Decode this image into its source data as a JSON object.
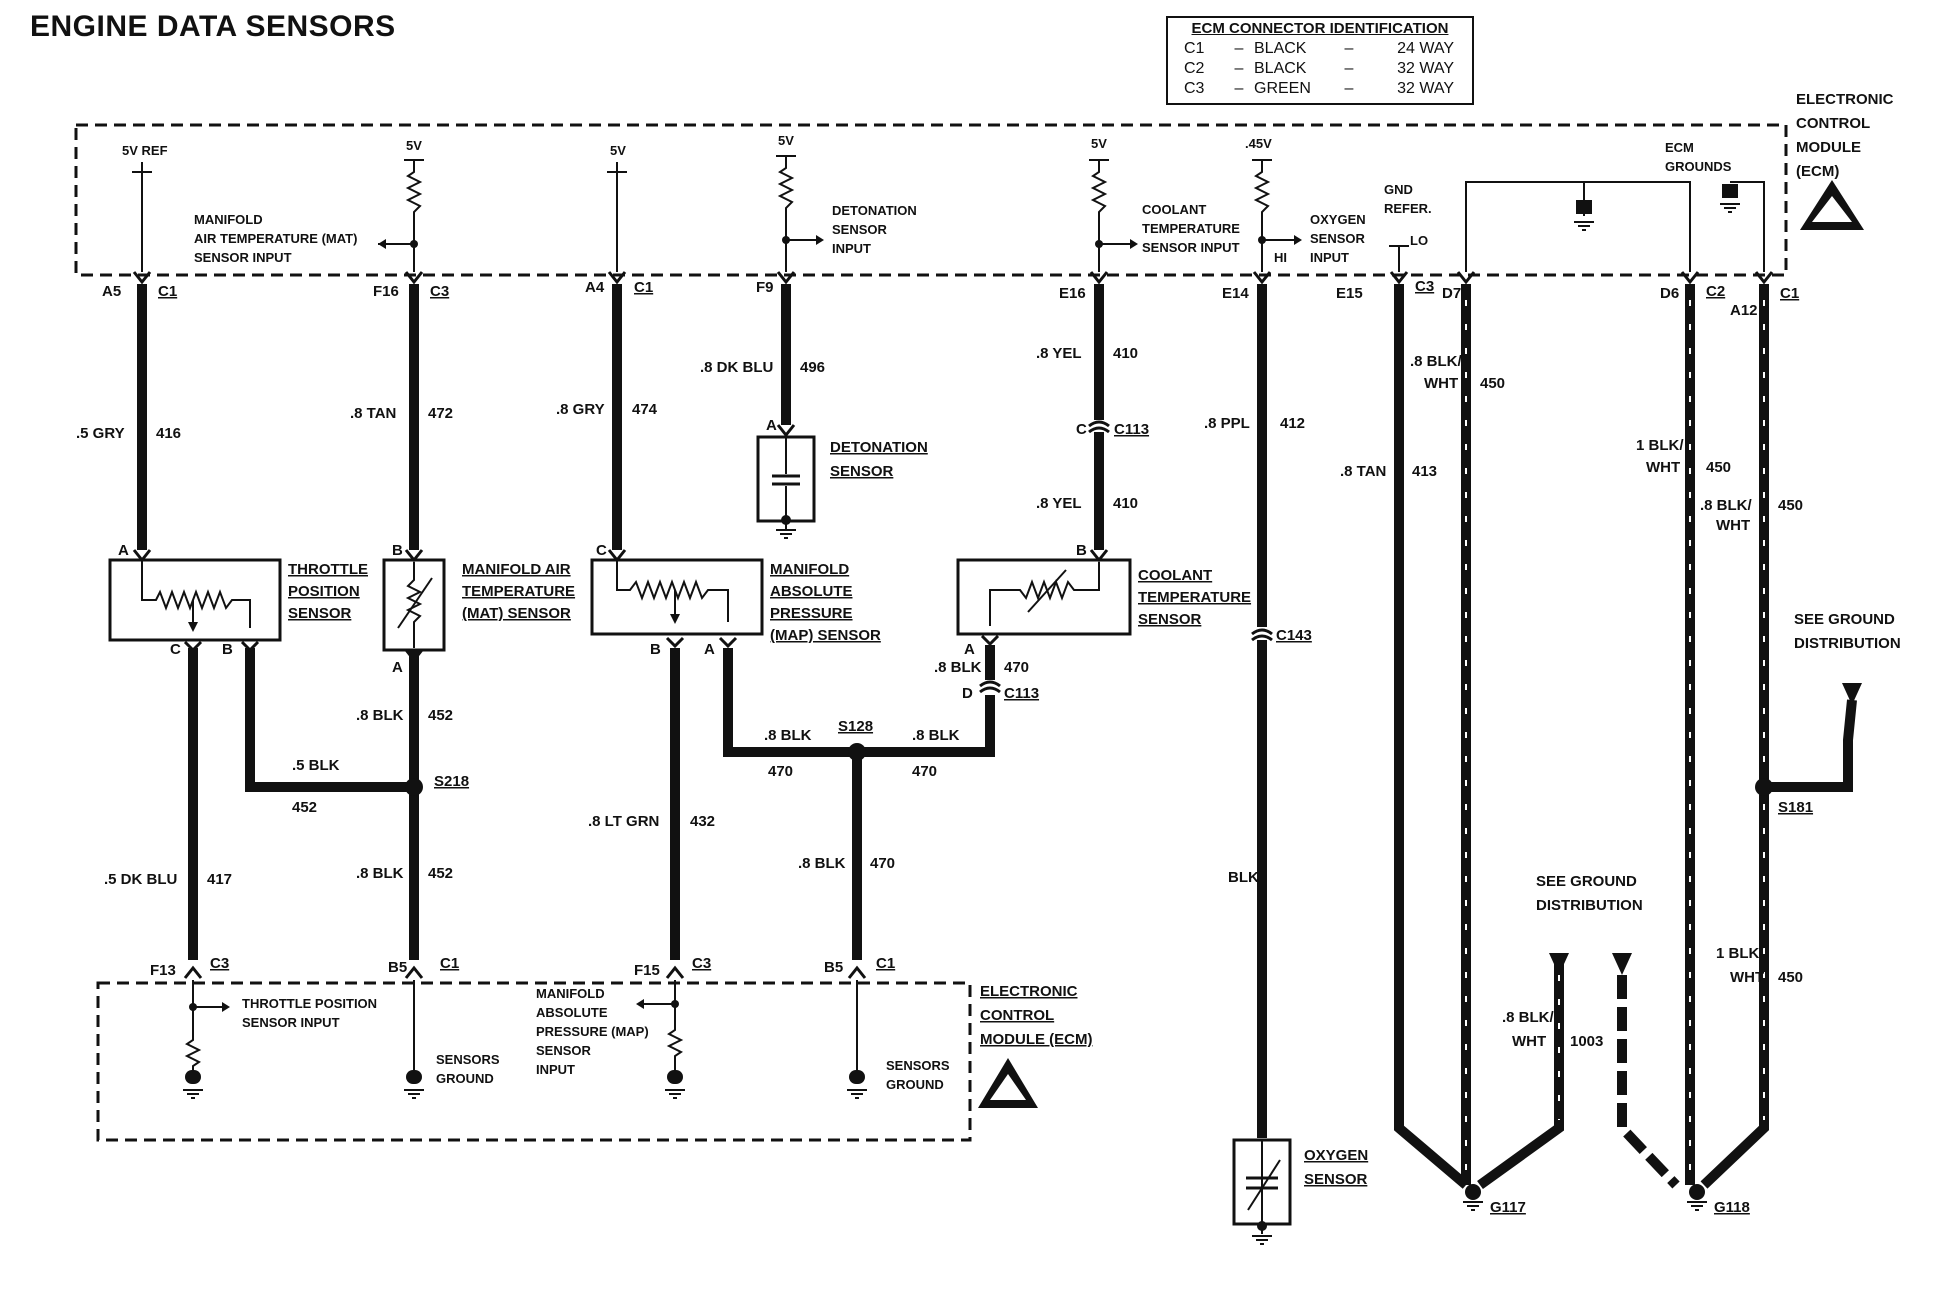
{
  "title": "ENGINE DATA SENSORS",
  "ecm_connector_table": {
    "header": "ECM CONNECTOR IDENTIFICATION",
    "rows": [
      {
        "c": "C1",
        "dash": "–",
        "color": "BLACK",
        "dash2": "–",
        "way": "24 WAY"
      },
      {
        "c": "C2",
        "dash": "–",
        "color": "BLACK",
        "dash2": "–",
        "way": "32 WAY"
      },
      {
        "c": "C3",
        "dash": "–",
        "color": "GREEN",
        "dash2": "–",
        "way": "32 WAY"
      }
    ]
  },
  "ecm_top_label": [
    "ELECTRONIC",
    "CONTROL",
    "MODULE",
    "(ECM)"
  ],
  "ecm_bottom_label": [
    "ELECTRONIC",
    "CONTROL",
    "MODULE (ECM)"
  ],
  "voltages": {
    "tps": "5V REF",
    "mat": "5V",
    "map": "5V",
    "det": "5V",
    "cts": "5V",
    "o2": ".45V"
  },
  "ecm_inputs": {
    "mat": [
      "MANIFOLD",
      "AIR TEMPERATURE (MAT)",
      "SENSOR INPUT"
    ],
    "det": [
      "DETONATION",
      "SENSOR",
      "INPUT"
    ],
    "cts": [
      "COOLANT",
      "TEMPERATURE",
      "SENSOR INPUT"
    ],
    "o2": [
      "OXYGEN",
      "SENSOR",
      "INPUT"
    ],
    "gnd_refer": [
      "GND",
      "REFER."
    ],
    "ecm_grounds": [
      "ECM",
      "GROUNDS"
    ],
    "hi": "HI",
    "lo": "LO"
  },
  "pins_top": {
    "a5": "A5",
    "f16": "F16",
    "a4": "A4",
    "f9": "F9",
    "e16": "E16",
    "e14": "E14",
    "e15": "E15",
    "d7": "D7",
    "d6": "D6",
    "a12": "A12",
    "c1a": "C1",
    "c3a": "C3",
    "c1b": "C1",
    "c3b": "C3",
    "c2": "C2",
    "c1c": "C1"
  },
  "wires": {
    "w416": {
      "color": ".5 GRY",
      "num": "416"
    },
    "w472": {
      "color": ".8 TAN",
      "num": "472"
    },
    "w474": {
      "color": ".8 GRY",
      "num": "474"
    },
    "w496": {
      "color": ".8 DK BLU",
      "num": "496"
    },
    "w410a": {
      "color": ".8 YEL",
      "num": "410"
    },
    "w410b": {
      "color": ".8 YEL",
      "num": "410"
    },
    "w412": {
      "color": ".8 PPL",
      "num": "412"
    },
    "w413": {
      "color": ".8 TAN",
      "num": "413"
    },
    "w450a": {
      "color": [
        ".8 BLK/",
        "WHT"
      ],
      "num": "450"
    },
    "w450b": {
      "color": [
        "1 BLK/",
        "WHT"
      ],
      "num": "450"
    },
    "w450c": {
      "color": [
        ".8 BLK/",
        "WHT"
      ],
      "num": "450"
    },
    "w452a": {
      "color": ".8 BLK",
      "num": "452"
    },
    "w452b": {
      "color": ".5 BLK",
      "num": "452"
    },
    "w452c": {
      "color": ".8 BLK",
      "num": "452"
    },
    "w417": {
      "color": ".5 DK BLU",
      "num": "417"
    },
    "w432": {
      "color": ".8 LT GRN",
      "num": "432"
    },
    "w470a": {
      "color": ".8 BLK",
      "num": "470"
    },
    "w470b": {
      "color": ".8 BLK",
      "num": "470"
    },
    "w470c": {
      "color": ".8 BLK",
      "num": "470"
    },
    "w470d": {
      "color": ".8 BLK",
      "num": "470"
    },
    "wblk": {
      "color": "BLK"
    },
    "w1003": {
      "color": [
        ".8 BLK/",
        "WHT"
      ],
      "num": "1003"
    },
    "w450d": {
      "color": [
        "1 BLK/",
        "WHT"
      ],
      "num": "450"
    }
  },
  "connectors": {
    "c113a": "C113",
    "c113b": "C113",
    "c143": "C143",
    "c": "C",
    "d": "D",
    "a": "A",
    "b": "B"
  },
  "splices": {
    "s218": "S218",
    "s128": "S128",
    "s181": "S181"
  },
  "grounds": {
    "g117": "G117",
    "g118": "G118"
  },
  "sensors": {
    "tps": [
      "THROTTLE",
      "POSITION",
      "SENSOR"
    ],
    "mat": [
      "MANIFOLD AIR",
      "TEMPERATURE",
      "(MAT) SENSOR"
    ],
    "map": [
      "MANIFOLD",
      "ABSOLUTE",
      "PRESSURE",
      "(MAP) SENSOR"
    ],
    "cts": [
      "COOLANT",
      "TEMPERATURE",
      "SENSOR"
    ],
    "det": [
      "DETONATION",
      "SENSOR"
    ],
    "o2": [
      "OXYGEN",
      "SENSOR"
    ]
  },
  "sensor_pins": {
    "tps_a": "A",
    "tps_b": "B",
    "tps_c": "C",
    "mat_a": "A",
    "mat_b": "B",
    "map_a": "A",
    "map_b": "B",
    "map_c": "C",
    "cts_a": "A",
    "cts_b": "B",
    "det_a": "A"
  },
  "pins_bottom": {
    "f13": "F13",
    "b5a": "B5",
    "f15": "F15",
    "b5b": "B5",
    "c3a": "C3",
    "c1a": "C1",
    "c3b": "C3",
    "c1b": "C1"
  },
  "ecm_bottom_inputs": {
    "tps": [
      "THROTTLE POSITION",
      "SENSOR INPUT"
    ],
    "sg1": [
      "SENSORS",
      "GROUND"
    ],
    "map": [
      "MANIFOLD",
      "ABSOLUTE",
      "PRESSURE (MAP)",
      "SENSOR",
      "INPUT"
    ],
    "sg2": [
      "SENSORS",
      "GROUND"
    ]
  },
  "see_ground": {
    "a": [
      "SEE GROUND",
      "DISTRIBUTION"
    ],
    "b": [
      "SEE GROUND",
      "DISTRIBUTION"
    ]
  }
}
